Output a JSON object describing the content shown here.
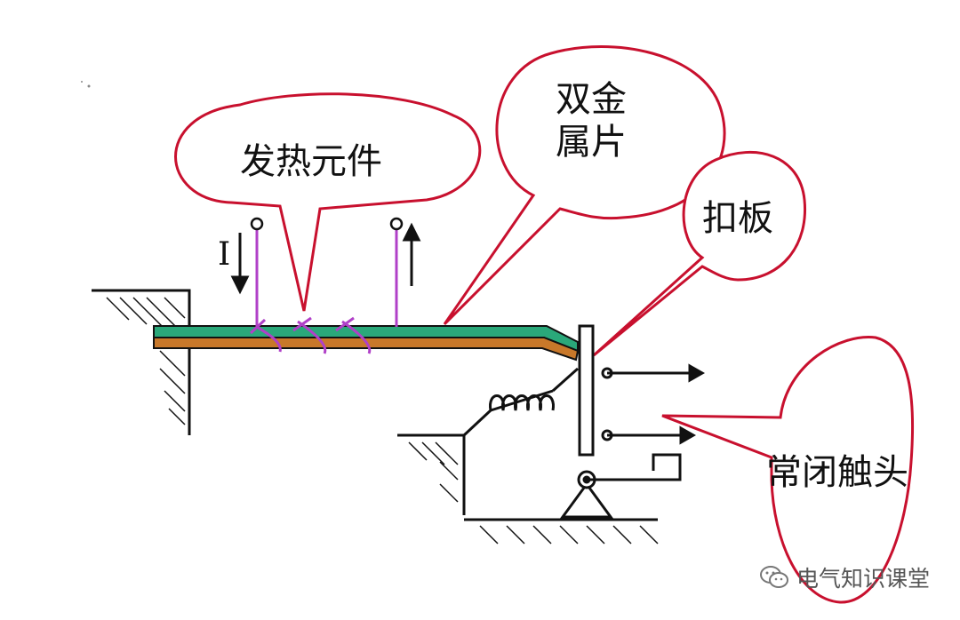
{
  "labels": {
    "heating_element": "发热元件",
    "bimetal_strip": "双金\n属片",
    "buckle_plate": "扣板",
    "normally_closed_contact": "常闭触头",
    "current": "I"
  },
  "watermark": {
    "text": "电气知识课堂",
    "icon": "wechat-icon"
  },
  "colors": {
    "callout_outline": "#c8102e",
    "heating_wire": "#b040c8",
    "bimetal_top": "#2aa87a",
    "bimetal_bottom": "#c8782a",
    "line": "#111111"
  }
}
